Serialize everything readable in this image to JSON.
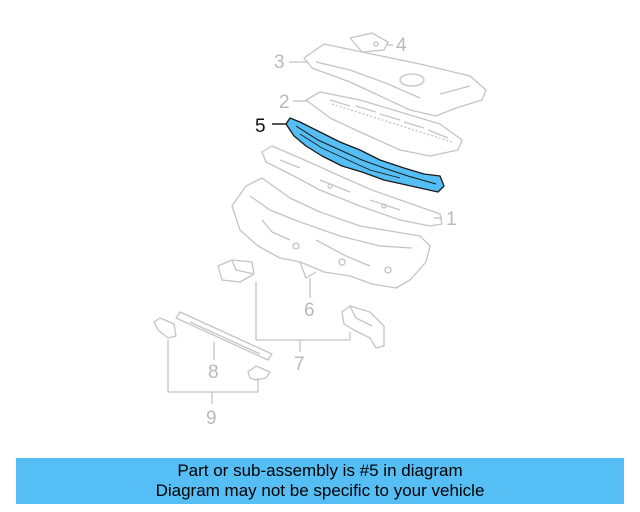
{
  "diagram": {
    "callouts": [
      {
        "id": "1",
        "label": "1",
        "active": false
      },
      {
        "id": "2",
        "label": "2",
        "active": false
      },
      {
        "id": "3",
        "label": "3",
        "active": false
      },
      {
        "id": "4",
        "label": "4",
        "active": false
      },
      {
        "id": "5",
        "label": "5",
        "active": true
      },
      {
        "id": "6",
        "label": "6",
        "active": false
      },
      {
        "id": "7",
        "label": "7",
        "active": false
      },
      {
        "id": "8",
        "label": "8",
        "active": false
      },
      {
        "id": "9",
        "label": "9",
        "active": false
      }
    ],
    "colors": {
      "line": "#c4c4c4",
      "highlight": "#54bef5",
      "highlight_stroke": "#1a1a1a",
      "banner": "#54bef5"
    }
  },
  "banner": {
    "line1": "Part or sub-assembly is #5 in diagram",
    "line2": "Diagram may not be specific to your vehicle"
  }
}
